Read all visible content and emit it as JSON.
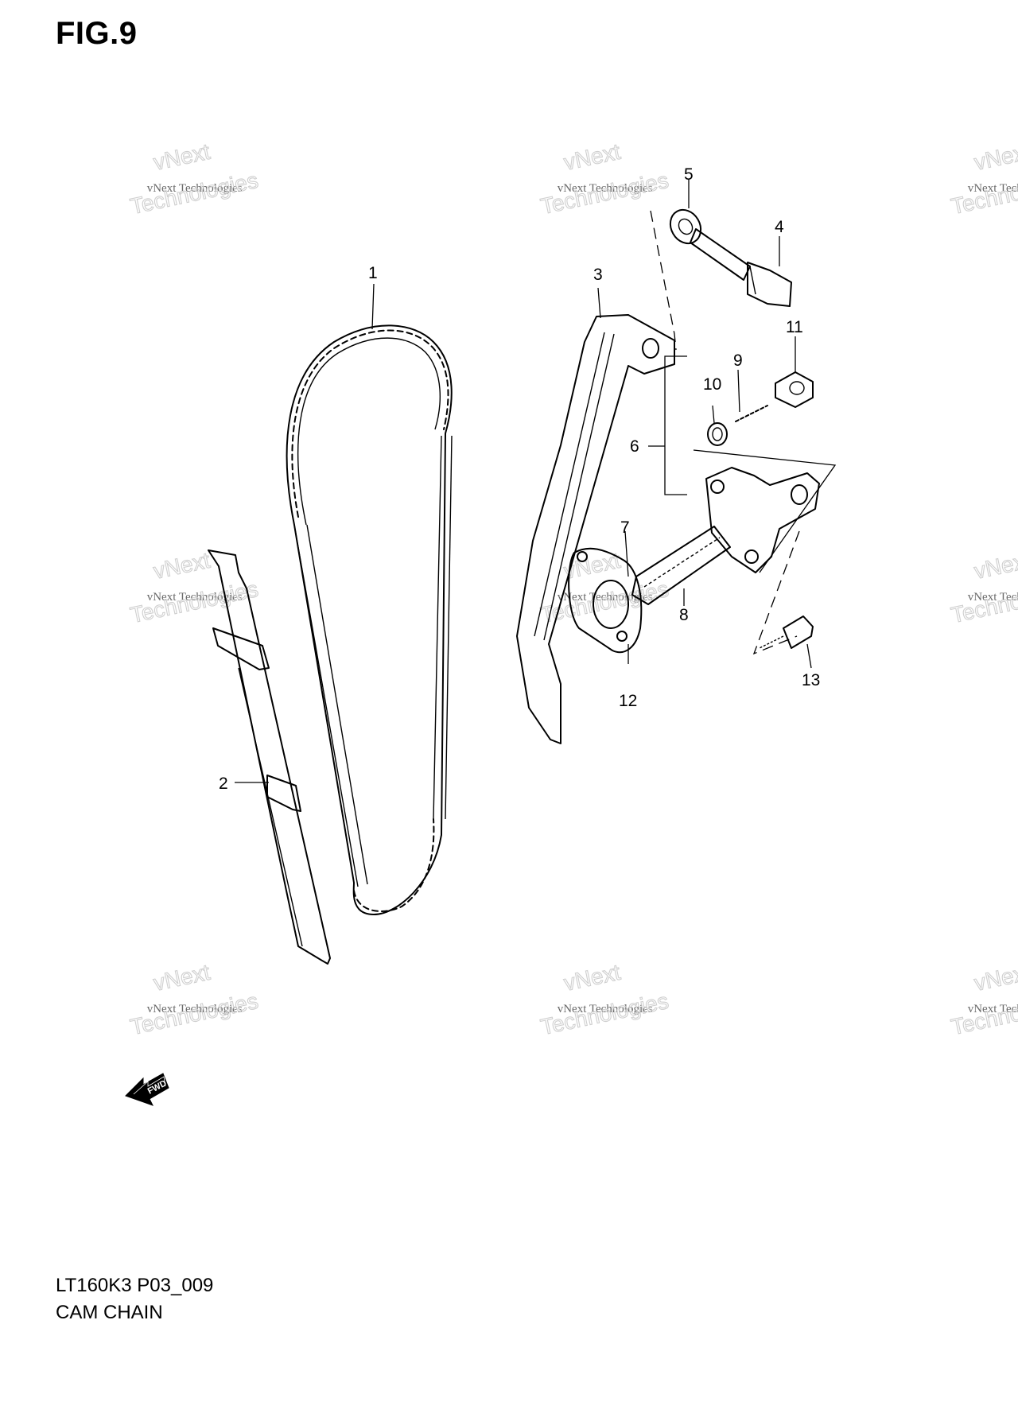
{
  "figure": {
    "title": "FIG.9",
    "model_code": "LT160K3 P03_009",
    "section_name": "CAM CHAIN"
  },
  "callouts": [
    "1",
    "2",
    "3",
    "4",
    "5",
    "6",
    "7",
    "8",
    "9",
    "10",
    "11",
    "12",
    "13"
  ],
  "fwd_label": "FWD",
  "watermark": {
    "line1": "vNext",
    "line2": "vNext Technologies",
    "line3": "Technologies",
    "color": "#cfcfcf"
  }
}
